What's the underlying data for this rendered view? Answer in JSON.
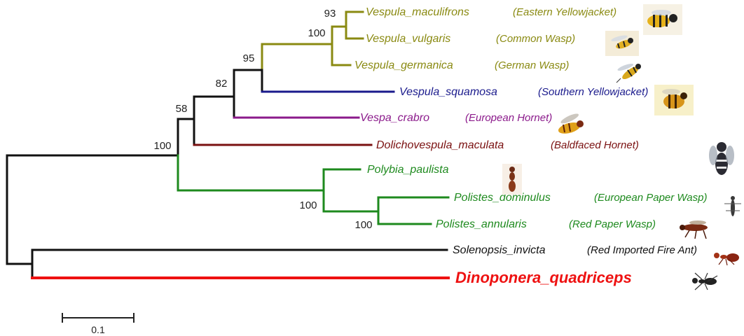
{
  "colors": {
    "yellowjacket_clade": "#8a8a12",
    "squamosa": "#1a1a8c",
    "hornet": "#8b1a8b",
    "baldfaced": "#7a1010",
    "paper_wasp_clade": "#1e8a1e",
    "outgroup_black": "#111111",
    "dinoponera": "#ee1111"
  },
  "tree": {
    "support_values": {
      "node_93": "93",
      "node_100_vespula": "100",
      "node_95": "95",
      "node_82": "82",
      "node_58": "58",
      "node_100_wasps": "100",
      "node_100_polistinae": "100",
      "node_100_polistes": "100"
    },
    "taxa": [
      {
        "id": "vespula_maculifrons",
        "name": "Vespula_maculifrons",
        "common": "(Eastern Yellowjacket)",
        "icon": "yellowjacket-photo-icon"
      },
      {
        "id": "vespula_vulgaris",
        "name": "Vespula_vulgaris",
        "common": "(Common Wasp)",
        "icon": "wasp-photo-icon"
      },
      {
        "id": "vespula_germanica",
        "name": "Vespula_germanica",
        "common": "(German Wasp)",
        "icon": "wasp-photo-icon"
      },
      {
        "id": "vespula_squamosa",
        "name": "Vespula_squamosa",
        "common": "(Southern Yellowjacket)",
        "icon": "yellowjacket-photo-icon"
      },
      {
        "id": "vespa_crabro",
        "name": "Vespa_crabro",
        "common": "(European Hornet)",
        "icon": "hornet-photo-icon"
      },
      {
        "id": "dolichovespula_maculata",
        "name": "Dolichovespula_maculata",
        "common": "(Baldfaced Hornet)",
        "icon": "hornet-photo-icon"
      },
      {
        "id": "polybia_paulista",
        "name": "Polybia_paulista",
        "common": "",
        "icon": "wasp-photo-icon"
      },
      {
        "id": "polistes_dominulus",
        "name": "Polistes_dominulus",
        "common": "(European Paper Wasp)",
        "icon": "paper-wasp-photo-icon"
      },
      {
        "id": "polistes_annularis",
        "name": "Polistes_annularis",
        "common": "(Red Paper Wasp)",
        "icon": "paper-wasp-photo-icon"
      },
      {
        "id": "solenopsis_invicta",
        "name": "Solenopsis_invicta",
        "common": "(Red Imported Fire Ant)",
        "icon": "ant-photo-icon"
      },
      {
        "id": "dinoponera_quadriceps",
        "name": "Dinoponera_quadriceps",
        "common": "",
        "icon": "ant-photo-icon"
      }
    ]
  },
  "scale_bar": {
    "label": "0.1"
  }
}
